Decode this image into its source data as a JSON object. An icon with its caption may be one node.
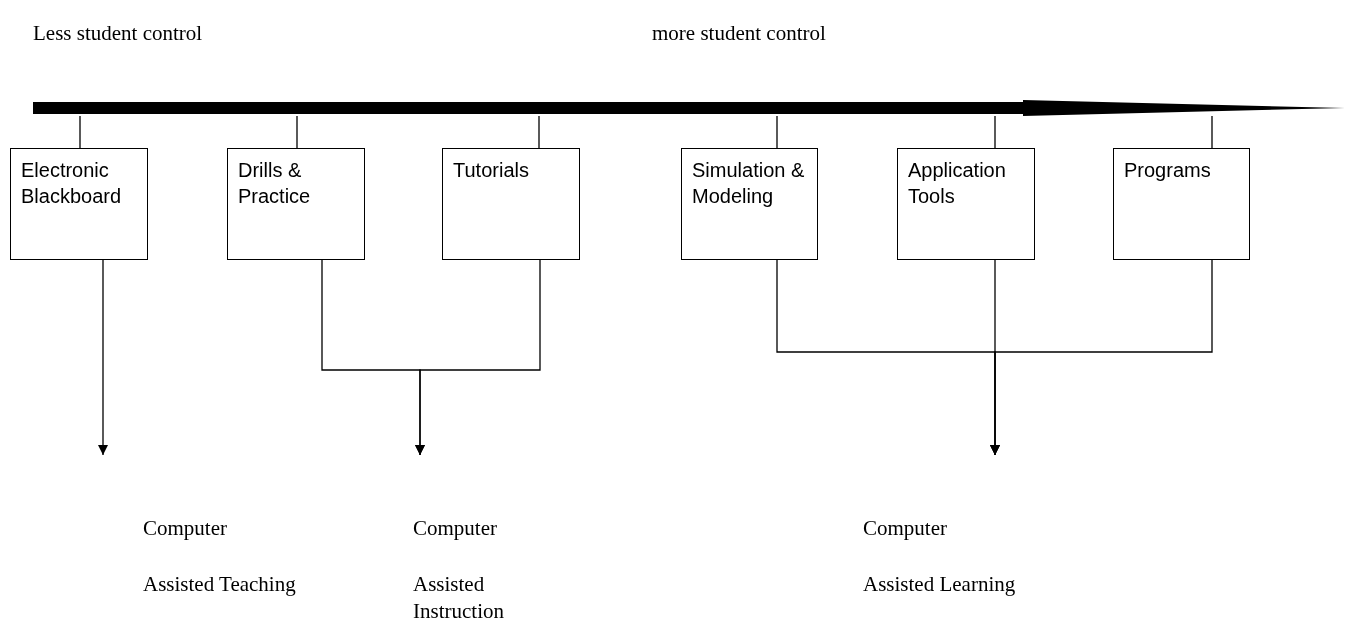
{
  "diagram": {
    "nodes": [
      {
        "text": [],
        "shape": "bar"
      },
      {
        "text": [
          "Electronic Blackboard"
        ]
      },
      {
        "text": [
          "Drills & Practice"
        ]
      },
      {
        "text": [
          "Tutorials"
        ]
      },
      {
        "text": [
          "Simulation & Modeling"
        ]
      },
      {
        "text": [
          "Application Tools"
        ]
      },
      {
        "text": [
          "Programs"
        ]
      },
      {
        "text": [
          "Computer",
          "Assisted Teaching"
        ]
      },
      {
        "text": [
          "Computer",
          "Assisted Instruction"
        ]
      },
      {
        "text": [
          "Computer",
          "Assisted Learning"
        ]
      }
    ],
    "edges": [
      {
        "from": 0,
        "to": 1,
        "arrow": "none"
      },
      {
        "from": 0,
        "to": 2,
        "arrow": "none"
      },
      {
        "from": 0,
        "to": 3,
        "arrow": "none"
      },
      {
        "from": 0,
        "to": 4,
        "arrow": "none"
      },
      {
        "from": 0,
        "to": 5,
        "arrow": "none"
      },
      {
        "from": 0,
        "to": 6,
        "arrow": "none"
      },
      {
        "from": 1,
        "to": 7,
        "arrow": "to"
      },
      {
        "from": 2,
        "to": 8,
        "arrow": "to"
      },
      {
        "from": 3,
        "to": 8,
        "arrow": "to"
      },
      {
        "from": 4,
        "to": 9,
        "arrow": "to"
      },
      {
        "from": 5,
        "to": 9,
        "arrow": "to"
      },
      {
        "from": 6,
        "to": 9,
        "arrow": "to"
      }
    ],
    "labels": [
      "Less student control",
      "more student control"
    ]
  }
}
